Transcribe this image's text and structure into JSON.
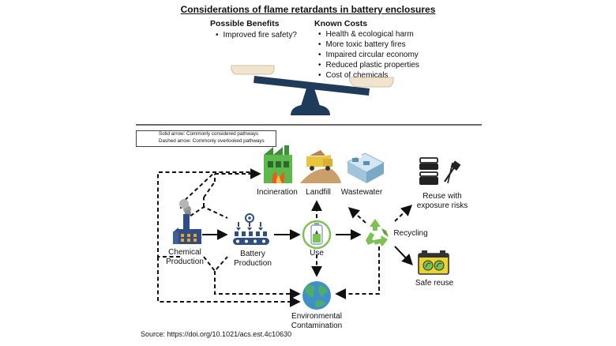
{
  "title": "Considerations of flame retardants in battery enclosures",
  "benefits": {
    "heading": "Possible Benefits",
    "items": [
      "Improved fire safety?"
    ]
  },
  "costs": {
    "heading": "Known Costs",
    "items": [
      "Health & ecological harm",
      "More toxic battery fires",
      "Impaired circular economy",
      "Reduced plastic properties",
      "Cost of chemicals"
    ]
  },
  "legend": {
    "solid": "Solid arrow: Commonly considered pathways",
    "dashed": "Dashed arrow: Commonly overlooked pathways"
  },
  "nodes": {
    "incineration": "Incineration",
    "landfill": "Landfill",
    "wastewater": "Wastewater",
    "reuse_risk": "Reuse with exposure risks",
    "chemical_production": "Chemical Production",
    "battery_production": "Battery Production",
    "use": "Use",
    "recycling": "Recycling",
    "safe_reuse": "Safe reuse",
    "environment": "Environmental Contamination"
  },
  "source": "Source: https://doi.org/10.1021/acs.est.4c10630",
  "colors": {
    "scale": "#1f3b5c",
    "pan": "#f1e4cf",
    "recycle_green": "#7cc24e",
    "factory_blue": "#2f4e86",
    "earth_blue": "#3f8fc9",
    "earth_green": "#4cae6a",
    "battery_yellow": "#e9d431"
  }
}
